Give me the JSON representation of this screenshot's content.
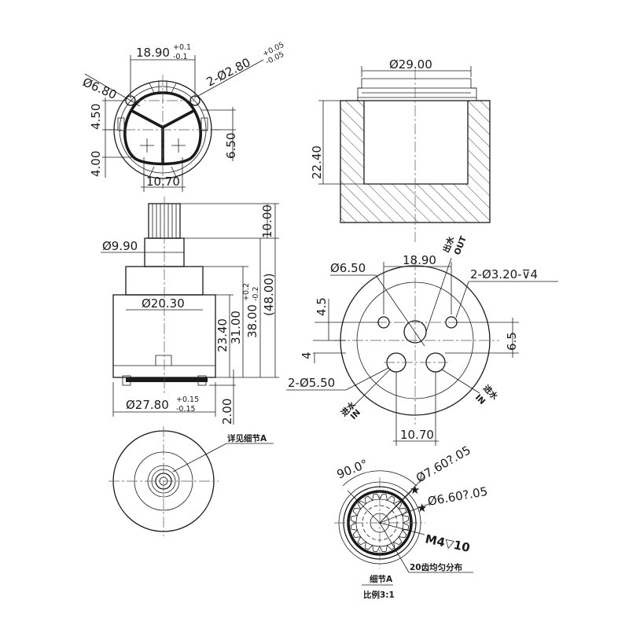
{
  "top_view": {
    "dim_width": "18.90",
    "dim_width_tol_upper": "+0.1",
    "dim_width_tol_lower": "-0.1",
    "dim_hole_dia": "Ø6.80",
    "dim_pins": "2-Ø2.80",
    "dim_pins_tol_upper": "+0.05",
    "dim_pins_tol_lower": "-0.05",
    "dim_left_upper": "4.50",
    "dim_left_lower": "4.00",
    "dim_right": "6.50",
    "dim_bottom": "10.70"
  },
  "section_view": {
    "dim_diameter": "Ø29.00",
    "dim_depth": "22.40"
  },
  "side_view": {
    "dim_stem_height": "10.00",
    "dim_stem_dia": "Ø9.90",
    "dim_collar_dia": "Ø20.30",
    "dim_h1": "23.40",
    "dim_h2": "31.00",
    "dim_h3": "38.00",
    "dim_h3_tol_upper": "+0.2",
    "dim_h3_tol_lower": "-0.2",
    "dim_total": "(48.00)",
    "dim_body_dia": "Ø27.80",
    "dim_body_dia_tol_upper": "+0.15",
    "dim_body_dia_tol_lower": "-0.15",
    "dim_bottom_offset": "2.00",
    "detail_ref": "详见细节A"
  },
  "bottom_view": {
    "dim_hole_dia": "Ø6.50",
    "dim_width": "18.90",
    "dim_pins": "2-Ø3.20-⊽4",
    "dim_left": "4.5",
    "dim_left_small": "4",
    "dim_right": "6.5",
    "dim_inlets": "2-Ø5.50",
    "dim_bottom": "10.70",
    "label_out_cn": "出水",
    "label_out_en": "OUT",
    "label_in_left_cn": "进水",
    "label_in_left_en": "IN",
    "label_in_right_cn": "进水",
    "label_in_right_en": "IN"
  },
  "detail_view": {
    "dim_angle": "90.0°",
    "dim_outer": "Ø7.60?.05",
    "dim_inner": "Ø6.60?.05",
    "dim_thread": "M4▽10",
    "teeth_note": "20齿均匀分布",
    "title": "细节A",
    "scale": "比例3:1"
  }
}
